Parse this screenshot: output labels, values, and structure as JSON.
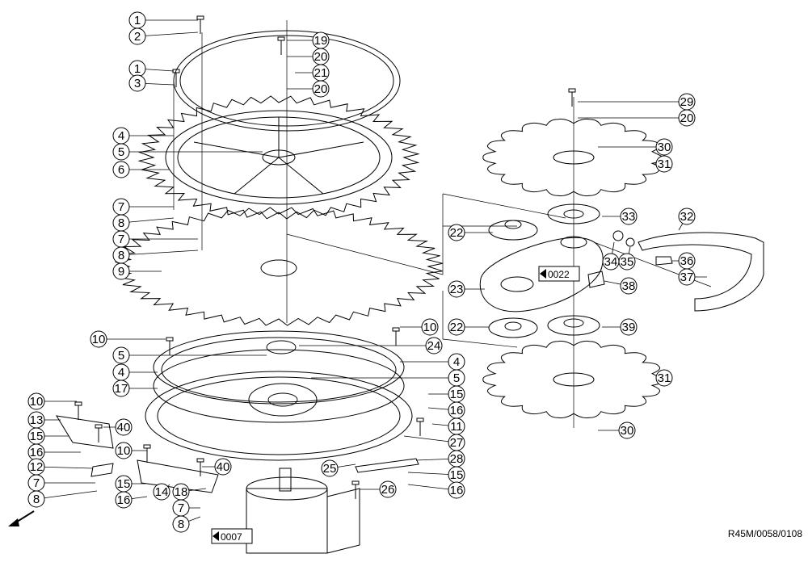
{
  "drawing_code": "R45M/0058/0108",
  "part_callouts": [
    {
      "id": "c1a",
      "num": "1"
    },
    {
      "id": "c2",
      "num": "2"
    },
    {
      "id": "c1b",
      "num": "1"
    },
    {
      "id": "c3",
      "num": "3"
    },
    {
      "id": "c4a",
      "num": "4"
    },
    {
      "id": "c5a",
      "num": "5"
    },
    {
      "id": "c6",
      "num": "6"
    },
    {
      "id": "c7a",
      "num": "7"
    },
    {
      "id": "c8a",
      "num": "8"
    },
    {
      "id": "c7b",
      "num": "7"
    },
    {
      "id": "c8b",
      "num": "8"
    },
    {
      "id": "c9",
      "num": "9"
    },
    {
      "id": "c19",
      "num": "19"
    },
    {
      "id": "c20a",
      "num": "20"
    },
    {
      "id": "c21",
      "num": "21"
    },
    {
      "id": "c20b",
      "num": "20"
    },
    {
      "id": "c29",
      "num": "29"
    },
    {
      "id": "c20c",
      "num": "20"
    },
    {
      "id": "c30a",
      "num": "30"
    },
    {
      "id": "c31a",
      "num": "31"
    },
    {
      "id": "c22a",
      "num": "22"
    },
    {
      "id": "c33",
      "num": "33"
    },
    {
      "id": "c32",
      "num": "32"
    },
    {
      "id": "c34",
      "num": "34"
    },
    {
      "id": "c35",
      "num": "35"
    },
    {
      "id": "c36",
      "num": "36"
    },
    {
      "id": "c37",
      "num": "37"
    },
    {
      "id": "c23",
      "num": "23"
    },
    {
      "id": "c38",
      "num": "38"
    },
    {
      "id": "c22b",
      "num": "22"
    },
    {
      "id": "c39",
      "num": "39"
    },
    {
      "id": "c31b",
      "num": "31"
    },
    {
      "id": "c30b",
      "num": "30"
    },
    {
      "id": "c10a",
      "num": "10"
    },
    {
      "id": "c10b",
      "num": "10"
    },
    {
      "id": "c5b",
      "num": "5"
    },
    {
      "id": "c4b",
      "num": "4"
    },
    {
      "id": "c17",
      "num": "17"
    },
    {
      "id": "c24",
      "num": "24"
    },
    {
      "id": "c4c",
      "num": "4"
    },
    {
      "id": "c5c",
      "num": "5"
    },
    {
      "id": "c15a",
      "num": "15"
    },
    {
      "id": "c16a",
      "num": "16"
    },
    {
      "id": "c11",
      "num": "11"
    },
    {
      "id": "c27",
      "num": "27"
    },
    {
      "id": "c28",
      "num": "28"
    },
    {
      "id": "c25",
      "num": "25"
    },
    {
      "id": "c15b",
      "num": "15"
    },
    {
      "id": "c26",
      "num": "26"
    },
    {
      "id": "c16b",
      "num": "16"
    },
    {
      "id": "c10c",
      "num": "10"
    },
    {
      "id": "c13",
      "num": "13"
    },
    {
      "id": "c40a",
      "num": "40"
    },
    {
      "id": "c15c",
      "num": "15"
    },
    {
      "id": "c16c",
      "num": "16"
    },
    {
      "id": "c10d",
      "num": "10"
    },
    {
      "id": "c12",
      "num": "12"
    },
    {
      "id": "c40b",
      "num": "40"
    },
    {
      "id": "c7c",
      "num": "7"
    },
    {
      "id": "c8c",
      "num": "8"
    },
    {
      "id": "c15d",
      "num": "15"
    },
    {
      "id": "c14",
      "num": "14"
    },
    {
      "id": "c18",
      "num": "18"
    },
    {
      "id": "c16d",
      "num": "16"
    },
    {
      "id": "c7d",
      "num": "7"
    },
    {
      "id": "c8d",
      "num": "8"
    }
  ],
  "page_refs": [
    {
      "id": "ref-0022",
      "label": "0022"
    },
    {
      "id": "ref-0007",
      "label": "0007"
    }
  ]
}
